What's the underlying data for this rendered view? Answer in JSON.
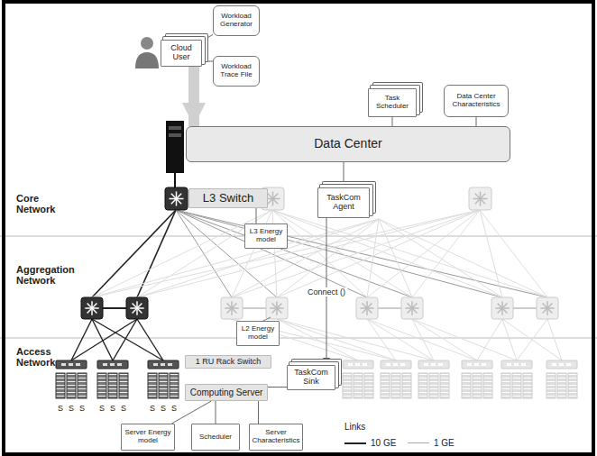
{
  "diagram": {
    "nodes": [
      {
        "text": [
          "Cloud User"
        ]
      },
      {
        "text": [
          "Workload Generator"
        ]
      },
      {
        "text": [
          "Workload Trace File"
        ]
      },
      {
        "text": [
          "Task Scheduler"
        ]
      },
      {
        "text": [
          "Data Center Characteristics"
        ]
      },
      {
        "text": [
          "Data Center"
        ]
      },
      {
        "text": [
          "L3 Switch"
        ]
      },
      {
        "text": [
          "TaskCom Agent"
        ]
      },
      {
        "text": [
          "L3 Energy model"
        ]
      },
      {
        "text": [
          "L2 Energy model"
        ]
      },
      {
        "text": [
          "1 RU Rack Switch"
        ]
      },
      {
        "text": [
          "TaskCom Sink"
        ]
      },
      {
        "text": [
          "Computing Server"
        ]
      },
      {
        "text": [
          "Server Energy model"
        ]
      },
      {
        "text": [
          "Scheduler"
        ]
      },
      {
        "text": [
          "Server Characteristics"
        ]
      }
    ],
    "edges": [
      {
        "from": 0,
        "to": 5,
        "arrow": "to"
      },
      {
        "from": 0,
        "to": 1,
        "arrow": "none"
      },
      {
        "from": 0,
        "to": 2,
        "arrow": "none"
      },
      {
        "from": 3,
        "to": 5,
        "arrow": "none"
      },
      {
        "from": 4,
        "to": 5,
        "arrow": "none"
      },
      {
        "from": 5,
        "to": 7,
        "arrow": "none"
      },
      {
        "from": 6,
        "to": 8,
        "arrow": "none"
      },
      {
        "from": 7,
        "to": 11,
        "label": "Connect ()",
        "arrow": "to"
      },
      {
        "from": 11,
        "to": 12,
        "arrow": "none"
      },
      {
        "from": 12,
        "to": 13,
        "arrow": "none"
      },
      {
        "from": 12,
        "to": 14,
        "arrow": "none"
      },
      {
        "from": 12,
        "to": 15,
        "arrow": "none"
      }
    ],
    "labels": [
      "Core Network",
      "Aggregation Network",
      "Access Network",
      "S",
      "S",
      "S",
      "S",
      "S",
      "S",
      "S",
      "S",
      "S",
      "Links"
    ],
    "legend": [
      {
        "text": "10 GE"
      },
      {
        "text": "1 GE"
      }
    ]
  }
}
